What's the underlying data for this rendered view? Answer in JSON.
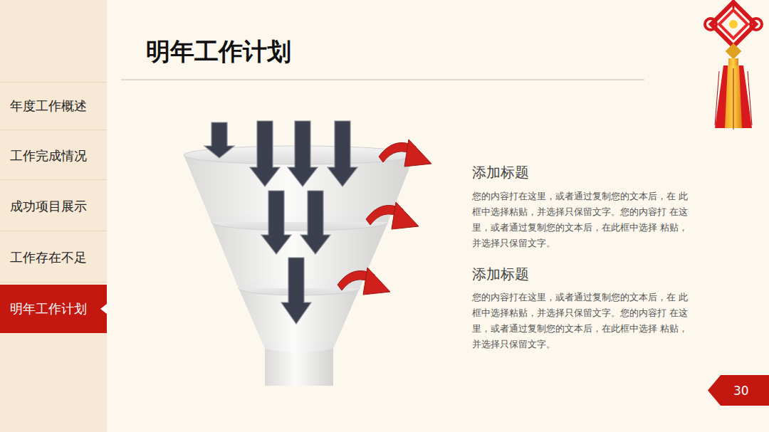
{
  "diagram": {
    "title": "明年工作计划",
    "nodes": [
      {
        "text": [
          "年度工作概述"
        ]
      },
      {
        "text": [
          "工作完成情况"
        ]
      },
      {
        "text": [
          "成功项目展示"
        ]
      },
      {
        "text": [
          "工作存在不足"
        ]
      },
      {
        "text": [
          "明年工作计划"
        ]
      },
      {
        "text": [
          "30"
        ]
      }
    ],
    "labels": [
      "添加标题",
      "您的内容打在这里，或者通过复制您的文本后，在 此框中选择粘贴，并选择只保留文字。您的内容打 在这里，或者通过复制您的文本后，在此框中选择 粘贴，并选择只保留文字。",
      "添加标题",
      "您的内容打在这里，或者通过复制您的文本后，在 此框中选择粘贴，并选择只保留文字。您的内容打 在这里，或者通过复制您的文本后，在此框中选择 粘贴，并选择只保留文字。"
    ]
  }
}
